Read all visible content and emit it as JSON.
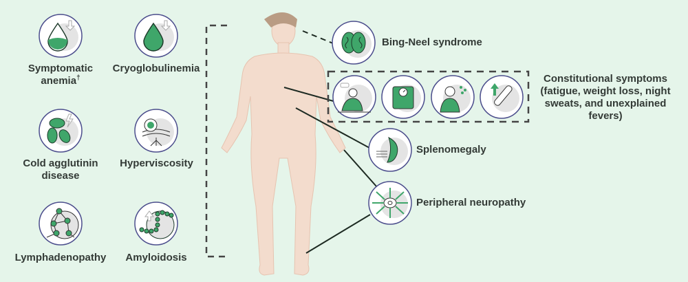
{
  "left_manifestations": [
    {
      "label": "Symptomatic anemia",
      "footnote": "†",
      "icon": "blood-drop-low-icon"
    },
    {
      "label": "Cryoglobulinemia",
      "icon": "blood-drop-icon"
    },
    {
      "label": "Cold agglutinin disease",
      "icon": "red-blood-cells-icon"
    },
    {
      "label": "Hyperviscosity",
      "icon": "blood-vessel-icon"
    },
    {
      "label": "Lymphadenopathy",
      "icon": "lymph-nodes-icon"
    },
    {
      "label": "Amyloidosis",
      "icon": "protein-chain-icon"
    }
  ],
  "right_manifestations": {
    "bing_neel": {
      "label": "Bing-Neel syndrome",
      "icon": "brain-icon"
    },
    "constitutional": {
      "label": "Constitutional symptoms (fatigue, weight loss, night sweats, and unexplained fevers)",
      "icons": [
        "fatigue-icon",
        "weight-scale-icon",
        "night-sweats-icon",
        "fever-thermometer-icon"
      ]
    },
    "splenomegaly": {
      "label": "Splenomegaly",
      "icon": "spleen-icon"
    },
    "neuropathy": {
      "label": "Peripheral neuropathy",
      "icon": "neuron-icon"
    }
  },
  "colors": {
    "background": "#e5f5ea",
    "accent": "#3fa66a",
    "circle_border": "#4b4d8c",
    "body": "#f3dccd"
  }
}
